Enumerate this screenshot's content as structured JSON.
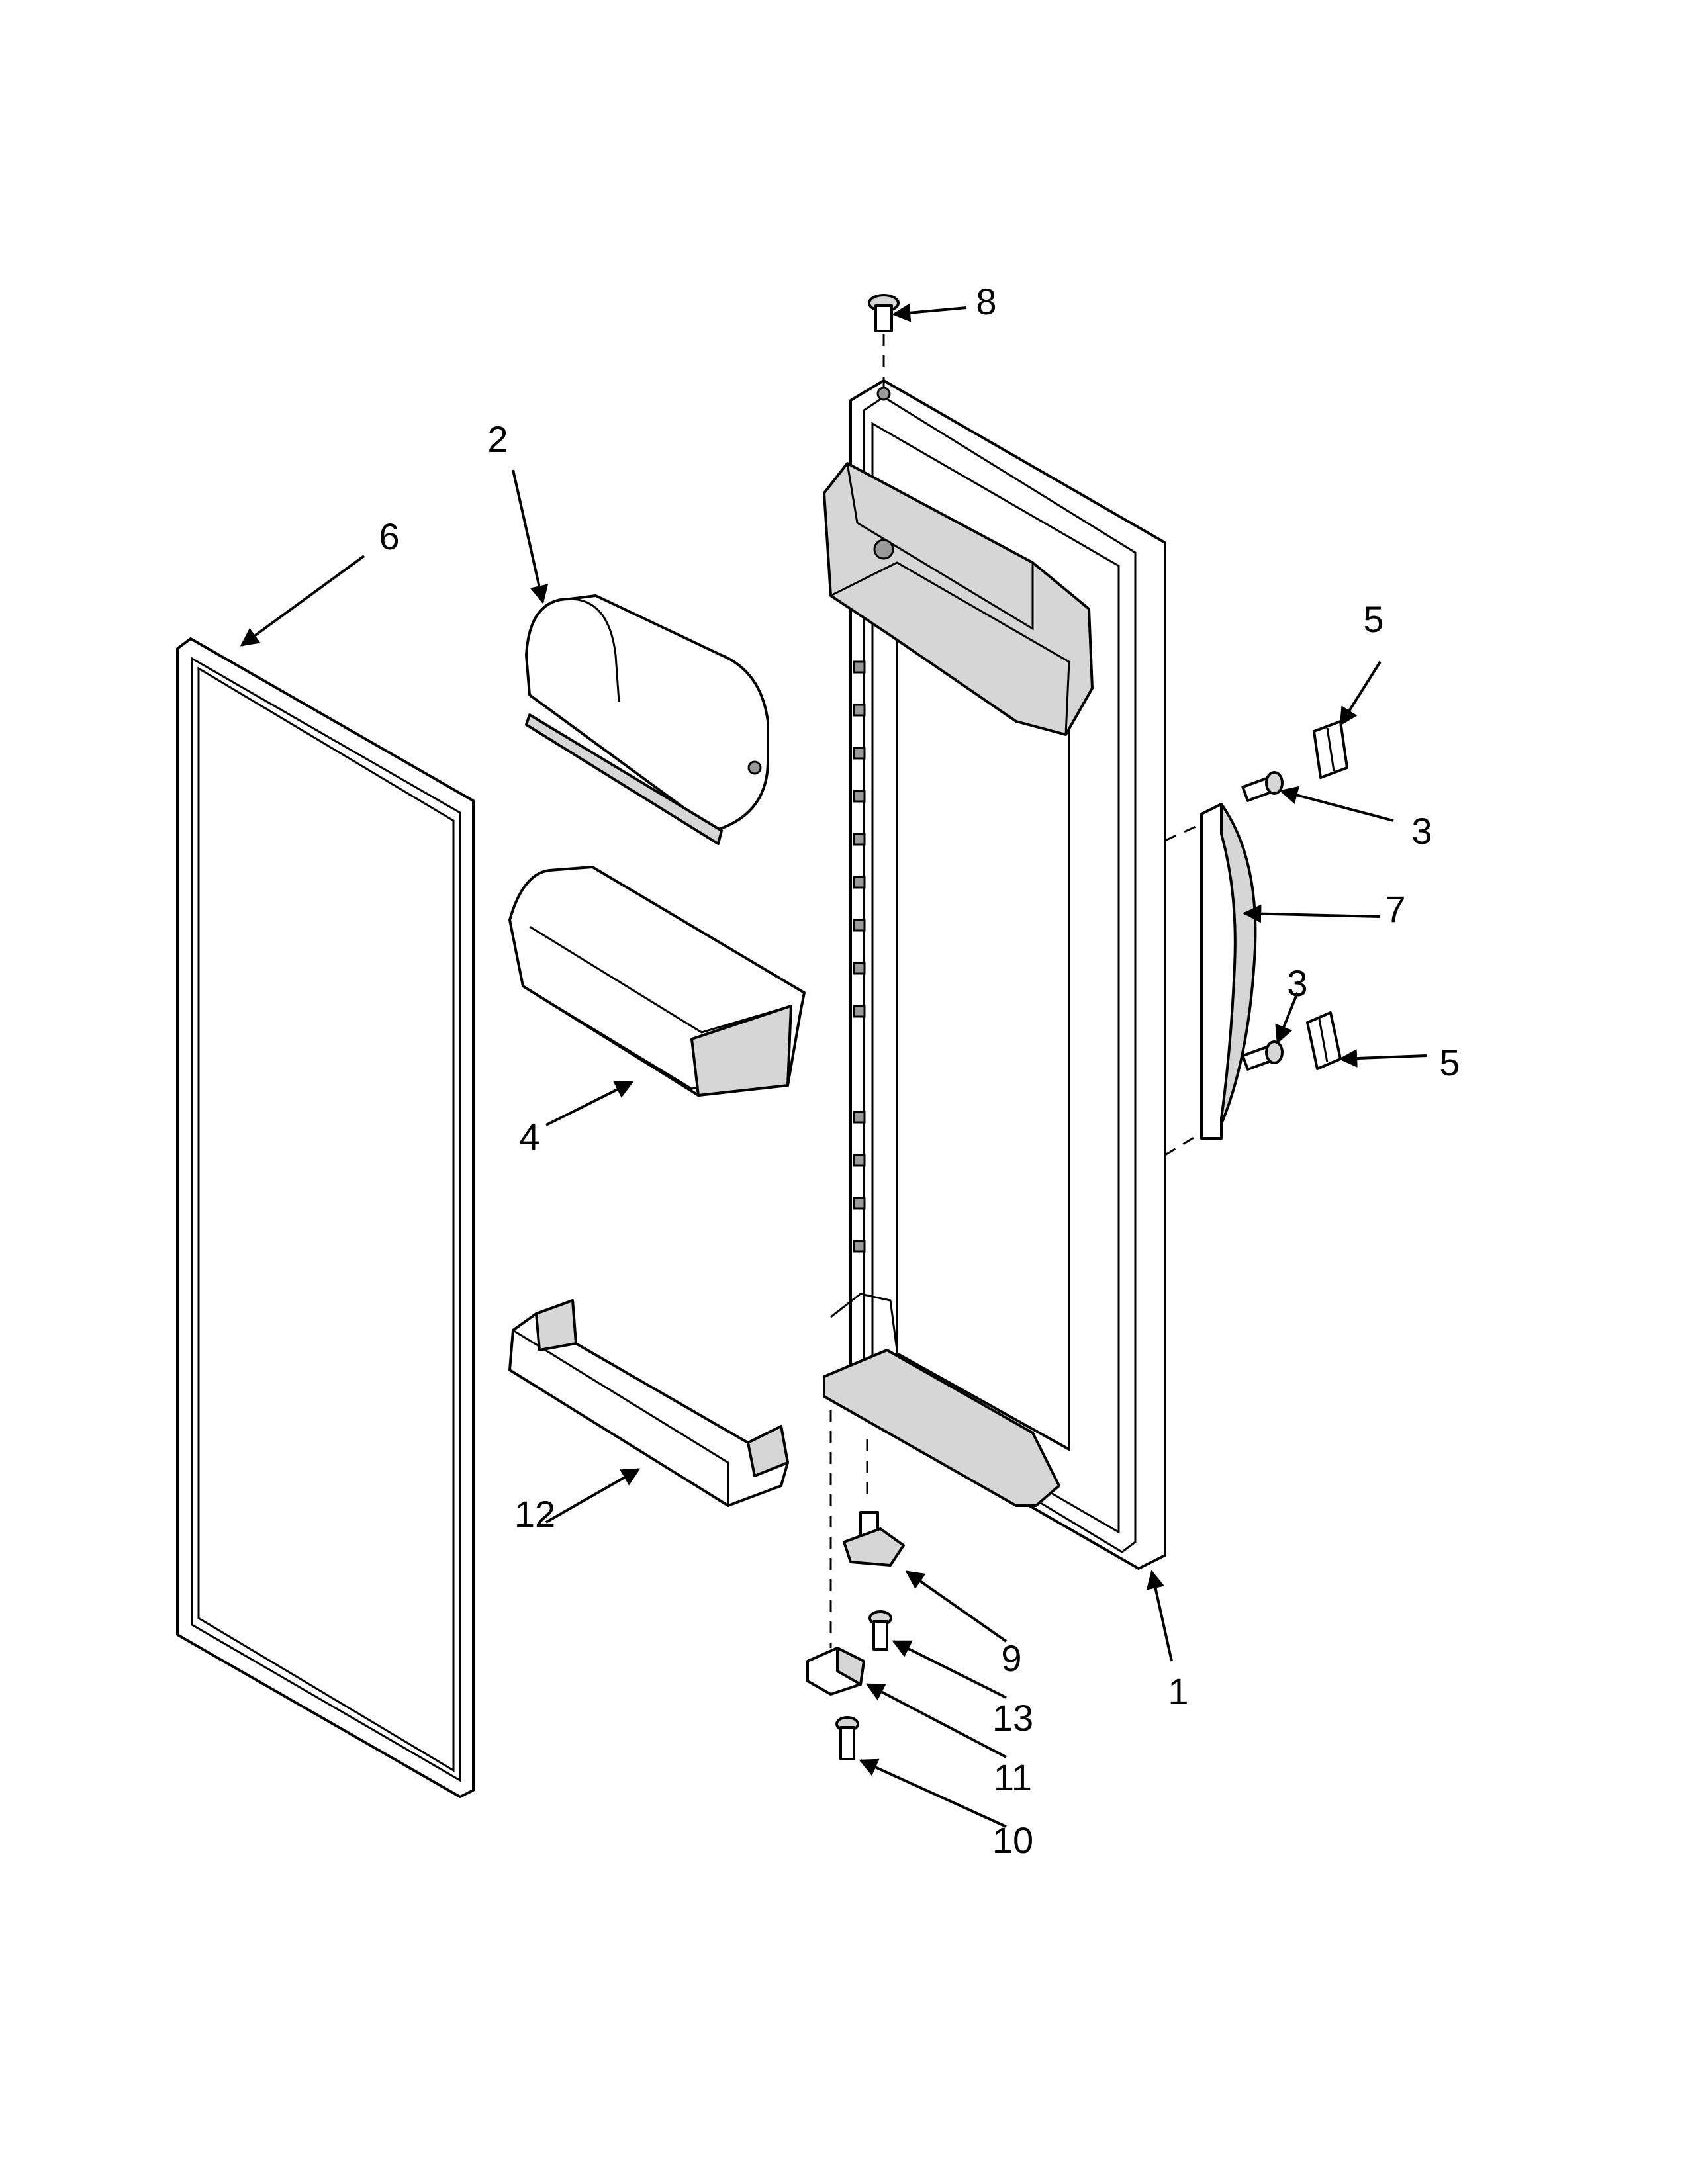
{
  "diagram": {
    "callouts": {
      "c1": "1",
      "c2": "2",
      "c3a": "3",
      "c3b": "3",
      "c4": "4",
      "c5a": "5",
      "c5b": "5",
      "c6": "6",
      "c7": "7",
      "c8": "8",
      "c9": "9",
      "c10": "10",
      "c11": "11",
      "c12": "12",
      "c13": "13"
    }
  }
}
